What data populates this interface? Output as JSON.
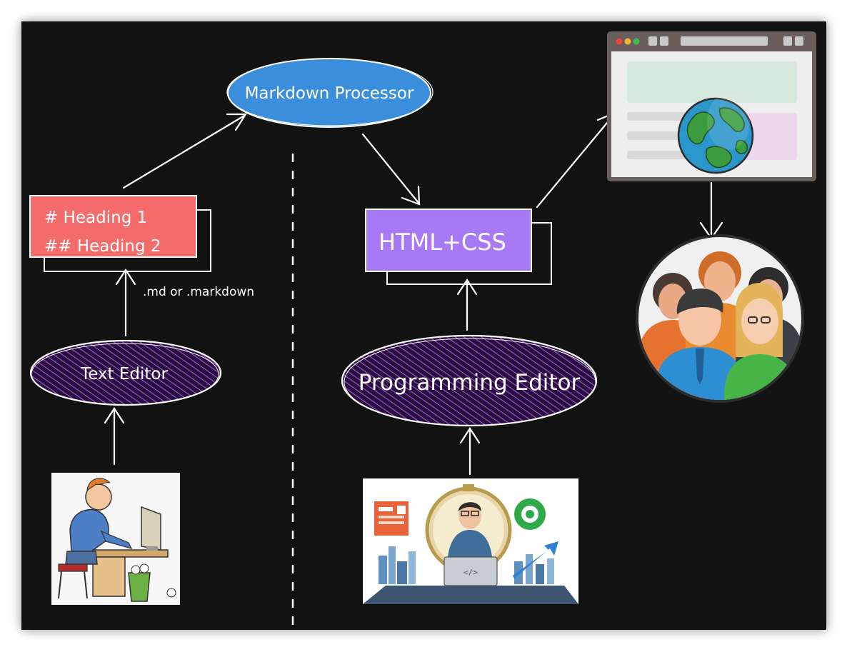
{
  "markdown_processor": {
    "label": "Markdown Processor"
  },
  "markdown_source": {
    "line1": "# Heading 1",
    "line2": "## Heading 2"
  },
  "file_extension": {
    "label": ".md or .markdown"
  },
  "text_editor": {
    "label": "Text Editor"
  },
  "html_css": {
    "label": "HTML+CSS"
  },
  "programming_editor": {
    "label": "Programming Editor"
  },
  "colors": {
    "background": "#121212",
    "processor": "#3b8edb",
    "markdown_box": "#f36b6b",
    "html_box": "#a779f5",
    "hatch": "#8e4fd0",
    "stroke": "#ffffff"
  },
  "icons": {
    "browser": "browser-window-icon",
    "globe": "globe-icon",
    "audience": "people-group-icon",
    "writer": "frustrated-writer-illustration",
    "developer": "developer-illustration"
  }
}
